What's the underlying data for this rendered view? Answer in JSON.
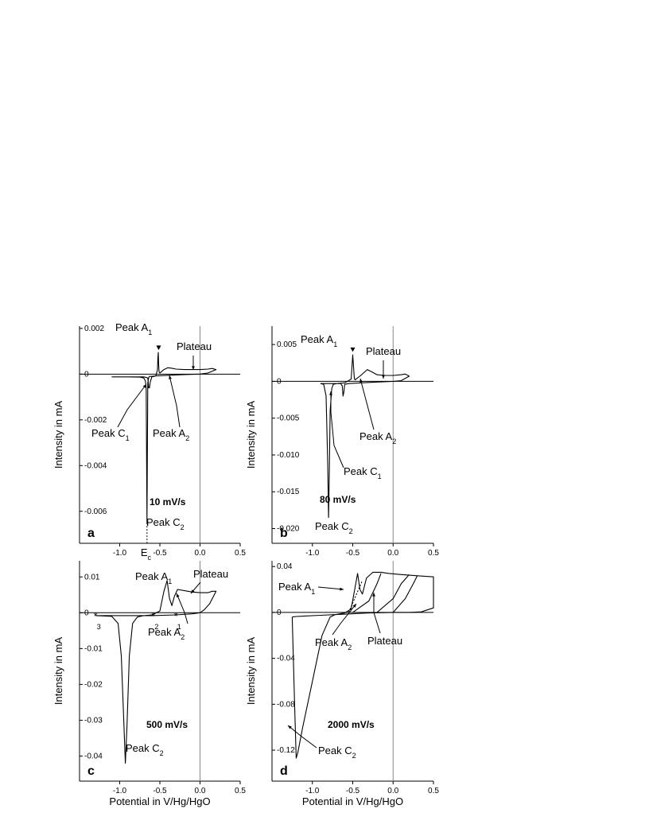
{
  "figure": {
    "x_label": "Potential in V/Hg/HgO",
    "y_label": "Intensity in mA"
  },
  "chart_data": [
    {
      "id": "a",
      "type": "line",
      "panel_label": "a",
      "scan_rate_label": "10 mV/s",
      "x_ticks": [
        "-1.0",
        "-0.5",
        "0.0",
        "0.5"
      ],
      "x_tick_values": [
        -1.0,
        -0.5,
        0.0,
        0.5
      ],
      "y_ticks": [
        "0.002",
        "0",
        "-0.002",
        "-0.004",
        "-0.006"
      ],
      "y_tick_values": [
        0.002,
        0,
        -0.002,
        -0.004,
        -0.006
      ],
      "xlim": [
        -1.5,
        0.5
      ],
      "ylim": [
        -0.0074,
        0.0021
      ],
      "ec_label": "Ec",
      "ec_value": -0.66,
      "annotations": {
        "peak_a1": "Peak A1",
        "peak_a2": "Peak A2",
        "peak_c1": "Peak C1",
        "peak_c2": "Peak C2",
        "plateau": "Plateau"
      },
      "series": [
        {
          "x": [
            -1.1,
            -0.9,
            -0.75,
            -0.7,
            -0.68,
            -0.67,
            -0.66,
            -0.65,
            -0.64,
            -0.63,
            -0.62,
            -0.6,
            -0.55,
            -0.53,
            -0.525,
            -0.52,
            -0.515,
            -0.51,
            -0.5,
            -0.45,
            -0.4,
            -0.35,
            -0.3,
            -0.2,
            -0.1,
            0.0,
            0.1,
            0.15,
            0.2,
            0.1,
            0.0,
            -0.2,
            -0.4,
            -0.55,
            -0.6,
            -0.62,
            -0.63,
            -0.64,
            -0.645,
            -0.65,
            -0.66,
            -0.7,
            -0.9,
            -1.1
          ],
          "y": [
            -0.00012,
            -0.00012,
            -0.00013,
            -0.00017,
            -0.0003,
            -0.0006,
            -0.0065,
            -0.0004,
            -0.00015,
            -0.0001,
            -0.0001,
            -0.0001,
            -8e-05,
            0.0002,
            0.0007,
            0.00095,
            0.0004,
            0.0001,
            5e-05,
            0.0002,
            0.00028,
            0.00026,
            0.00022,
            0.0002,
            0.0002,
            0.0002,
            0.00022,
            0.00025,
            0.0002,
            5e-05,
            0.0,
            -2e-05,
            -5e-05,
            -8e-05,
            -0.00012,
            -0.00035,
            -0.0006,
            -0.0006,
            -0.00035,
            -0.00018,
            -0.00015,
            -0.00012,
            -0.00012,
            -0.00012
          ]
        }
      ]
    },
    {
      "id": "b",
      "type": "line",
      "panel_label": "b",
      "scan_rate_label": "80 mV/s",
      "x_ticks": [
        "-1.0",
        "-0.5",
        "0.0",
        "0.5"
      ],
      "x_tick_values": [
        -1.0,
        -0.5,
        0.0,
        0.5
      ],
      "y_ticks": [
        "0.005",
        "0",
        "-0.005",
        "-0.010",
        "-0.015",
        "-0.020"
      ],
      "y_tick_values": [
        0.005,
        0,
        -0.005,
        -0.01,
        -0.015,
        -0.02
      ],
      "xlim": [
        -1.5,
        0.5
      ],
      "ylim": [
        -0.022,
        0.0075
      ],
      "annotations": {
        "peak_a1": "Peak A1",
        "peak_a2": "Peak A2",
        "peak_c1": "Peak C1",
        "peak_c2": "Peak C2",
        "plateau": "Plateau"
      },
      "series": [
        {
          "x": [
            -0.9,
            -0.86,
            -0.83,
            -0.81,
            -0.8,
            -0.79,
            -0.78,
            -0.76,
            -0.74,
            -0.7,
            -0.6,
            -0.52,
            -0.5,
            -0.49,
            -0.48,
            -0.47,
            -0.46,
            -0.4,
            -0.32,
            -0.25,
            -0.2,
            -0.1,
            0.0,
            0.1,
            0.15,
            0.2,
            0.1,
            0.0,
            -0.2,
            -0.4,
            -0.55,
            -0.6,
            -0.61,
            -0.62,
            -0.63,
            -0.65,
            -0.7,
            -0.9
          ],
          "y": [
            -0.0003,
            -0.0004,
            -0.002,
            -0.011,
            -0.0185,
            -0.012,
            -0.004,
            -0.001,
            -0.0004,
            -0.0003,
            -0.0002,
            0.0003,
            0.0036,
            0.002,
            0.0004,
            0.0002,
            0.0003,
            0.0008,
            0.0016,
            0.0012,
            0.0009,
            0.0008,
            0.0008,
            0.0009,
            0.001,
            0.0007,
            0.0001,
            0.0,
            -0.0001,
            -0.0002,
            -0.0003,
            -0.0004,
            -0.0015,
            -0.002,
            -0.0006,
            -0.0003,
            -0.0003,
            -0.0003
          ]
        }
      ]
    },
    {
      "id": "c",
      "type": "line",
      "panel_label": "c",
      "scan_rate_label": "500 mV/s",
      "x_ticks": [
        "-1.0",
        "-0.5",
        "0.0",
        "0.5"
      ],
      "x_tick_values": [
        -1.0,
        -0.5,
        0.0,
        0.5
      ],
      "y_ticks": [
        "0.01",
        "0",
        "-0.01",
        "-0.02",
        "-0.03",
        "-0.04"
      ],
      "y_tick_values": [
        0.01,
        0,
        -0.01,
        -0.02,
        -0.03,
        -0.04
      ],
      "xlim": [
        -1.5,
        0.5
      ],
      "ylim": [
        -0.047,
        0.0145
      ],
      "star_labels": [
        "1",
        "2",
        "3"
      ],
      "star_values": [
        -0.3,
        -0.58,
        -1.3
      ],
      "annotations": {
        "peak_a1": "Peak A1",
        "peak_a2": "Peak A2",
        "peak_c2": "Peak C2",
        "plateau": "Plateau"
      },
      "series": [
        {
          "x": [
            -1.3,
            -1.1,
            -1.02,
            -0.98,
            -0.95,
            -0.93,
            -0.91,
            -0.88,
            -0.84,
            -0.78,
            -0.7,
            -0.6,
            -0.5,
            -0.45,
            -0.41,
            -0.38,
            -0.35,
            -0.32,
            -0.28,
            -0.2,
            -0.1,
            0.0,
            0.1,
            0.15,
            0.2,
            0.12,
            0.05,
            0.0,
            -0.1,
            -0.3,
            -0.6,
            -0.9,
            -1.3
          ],
          "y": [
            -0.0008,
            -0.001,
            -0.003,
            -0.012,
            -0.03,
            -0.042,
            -0.032,
            -0.012,
            -0.003,
            -0.0012,
            -0.0008,
            -0.0006,
            0.0005,
            0.006,
            0.009,
            0.004,
            0.002,
            0.0045,
            0.0065,
            0.0062,
            0.0058,
            0.0056,
            0.0056,
            0.006,
            0.006,
            0.0025,
            0.0008,
            0.0,
            -0.0003,
            -0.0006,
            -0.0008,
            -0.0008,
            -0.0008
          ]
        }
      ]
    },
    {
      "id": "d",
      "type": "line",
      "panel_label": "d",
      "scan_rate_label": "2000 mV/s",
      "x_ticks": [
        "-1.0",
        "-0.5",
        "0.0",
        "0.5"
      ],
      "x_tick_values": [
        -1.0,
        -0.5,
        0.0,
        0.5
      ],
      "y_ticks": [
        "0.04",
        "0",
        "-0.04",
        "-0.08",
        "-0.12"
      ],
      "y_tick_values": [
        0.04,
        0,
        -0.04,
        -0.08,
        -0.12
      ],
      "xlim": [
        -1.5,
        0.5
      ],
      "ylim": [
        -0.147,
        0.045
      ],
      "annotations": {
        "peak_a1": "Peak A1",
        "peak_a2": "Peak A2",
        "peak_c2": "Peak C2",
        "plateau": "Plateau"
      },
      "series": [
        {
          "x": [
            -1.25,
            -1.22,
            -1.2,
            -1.18,
            -1.12,
            -1.0,
            -0.88,
            -0.78,
            -0.72,
            -0.6,
            -0.52,
            -0.47,
            -0.44,
            -0.41,
            -0.38,
            -0.33,
            -0.25,
            -0.15,
            -0.05,
            0.1,
            0.3,
            0.5,
            0.5,
            0.35,
            0.2,
            0.0,
            -0.3,
            -0.6,
            -0.9,
            -1.2,
            -1.25
          ],
          "y": [
            -0.004,
            -0.08,
            -0.127,
            -0.122,
            -0.1,
            -0.06,
            -0.02,
            -0.004,
            -0.002,
            -0.0005,
            0.003,
            0.022,
            0.034,
            0.02,
            0.016,
            0.03,
            0.035,
            0.035,
            0.034,
            0.033,
            0.032,
            0.031,
            0.004,
            0.0005,
            0.0,
            0.0,
            -0.0005,
            -0.0015,
            -0.0025,
            -0.0035,
            -0.004
          ]
        },
        {
          "x": [
            -0.55,
            -0.38
          ],
          "y": [
            0.0,
            0.028
          ],
          "dashed": true
        },
        {
          "x": [
            -0.5,
            -0.3,
            -0.2,
            -0.15
          ],
          "y": [
            0.0,
            0.01,
            0.025,
            0.034
          ]
        },
        {
          "x": [
            -0.2,
            0.0,
            0.1,
            0.2
          ],
          "y": [
            0.0,
            0.012,
            0.025,
            0.033
          ]
        },
        {
          "x": [
            0.0,
            0.15,
            0.25,
            0.3
          ],
          "y": [
            0.0,
            0.012,
            0.025,
            0.032
          ]
        }
      ]
    }
  ]
}
